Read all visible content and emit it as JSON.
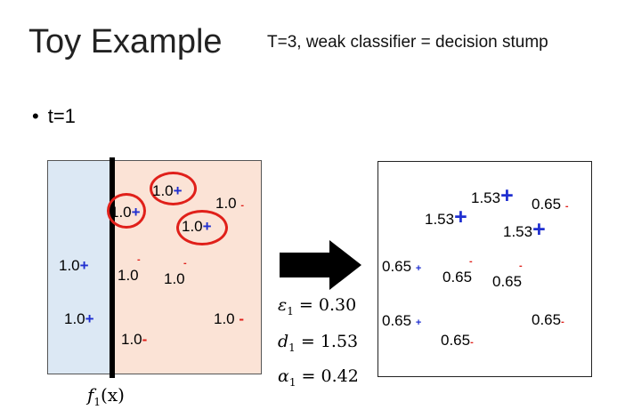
{
  "slide": {
    "title": "Toy Example",
    "subtitle": "T=3, weak classifier = decision stump",
    "bullet": "t=1",
    "stump_label": "f",
    "stump_sub": "1",
    "stump_arg": "(x)"
  },
  "colors": {
    "positive": "#1f2fd0",
    "negative": "#e0201a",
    "positive_region": "#dce8f4",
    "negative_region": "#fbe3d6",
    "arrow": "#000000"
  },
  "left_panel": {
    "points": [
      {
        "weight": "1.0",
        "label": "+",
        "misclassified": true
      },
      {
        "weight": "1.0",
        "label": "+",
        "misclassified": true
      },
      {
        "weight": "1.0",
        "label": "+",
        "misclassified": true
      },
      {
        "weight": "1.0",
        "label": "-",
        "misclassified": false
      },
      {
        "weight": "1.0",
        "label": "+",
        "misclassified": false
      },
      {
        "weight": "1.0",
        "label": "-",
        "misclassified": false
      },
      {
        "weight": "1.0",
        "label": "-",
        "misclassified": false
      },
      {
        "weight": "1.0",
        "label": "+",
        "misclassified": false
      },
      {
        "weight": "1.0",
        "label": "-",
        "misclassified": false
      },
      {
        "weight": "1.0",
        "label": "-",
        "misclassified": false
      }
    ]
  },
  "stats": {
    "epsilon": {
      "symbol": "ε",
      "sub": "1",
      "value": "= 0.30"
    },
    "d": {
      "symbol": "d",
      "sub": "1",
      "value": "= 1.53"
    },
    "alpha": {
      "symbol": "α",
      "sub": "1",
      "value": "= 0.42"
    }
  },
  "right_panel": {
    "points": [
      {
        "weight": "1.53",
        "label": "+"
      },
      {
        "weight": "1.53",
        "label": "+"
      },
      {
        "weight": "1.53",
        "label": "+"
      },
      {
        "weight": "0.65",
        "label": "-"
      },
      {
        "weight": "0.65",
        "label": "+"
      },
      {
        "weight": "0.65",
        "label": "-"
      },
      {
        "weight": "0.65",
        "label": "-"
      },
      {
        "weight": "0.65",
        "label": "+"
      },
      {
        "weight": "0.65",
        "label": "-"
      },
      {
        "weight": "0.65",
        "label": "-"
      }
    ]
  }
}
